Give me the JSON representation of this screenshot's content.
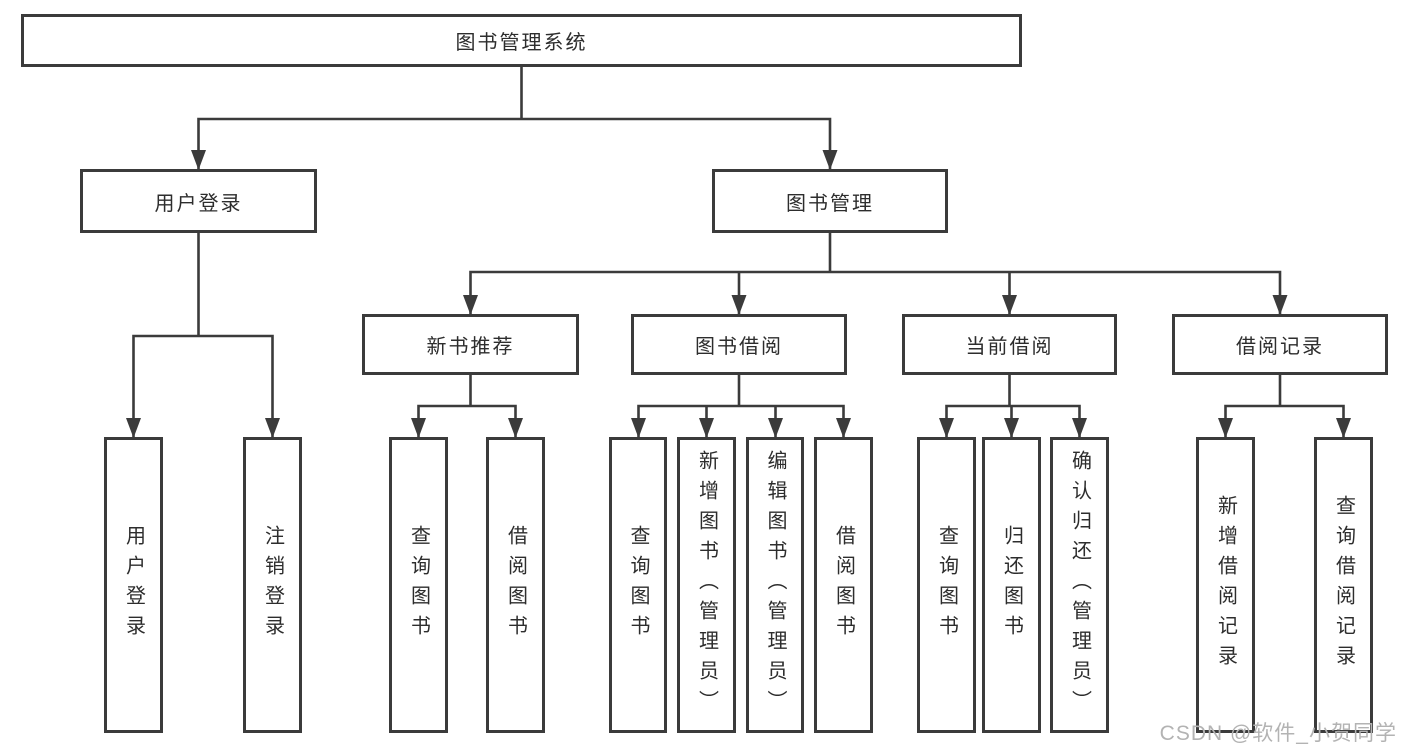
{
  "watermark": "CSDN @软件_小贺同学",
  "colors": {
    "line": "#3b3b3b",
    "text": "#2d2d2d",
    "background": "#ffffff",
    "watermark": "#b3b3b3"
  },
  "tree": {
    "label": "图书管理系统",
    "children": [
      {
        "label": "用户登录",
        "children": [
          {
            "label": "用户登录"
          },
          {
            "label": "注销登录"
          }
        ]
      },
      {
        "label": "图书管理",
        "children": [
          {
            "label": "新书推荐",
            "children": [
              {
                "label": "查询图书"
              },
              {
                "label": "借阅图书"
              }
            ]
          },
          {
            "label": "图书借阅",
            "children": [
              {
                "label": "查询图书"
              },
              {
                "label": "新增图书（管理员）"
              },
              {
                "label": "编辑图书（管理员）"
              },
              {
                "label": "借阅图书"
              }
            ]
          },
          {
            "label": "当前借阅",
            "children": [
              {
                "label": "查询图书"
              },
              {
                "label": "归还图书"
              },
              {
                "label": "确认归还（管理员）"
              }
            ]
          },
          {
            "label": "借阅记录",
            "children": [
              {
                "label": "新增借阅记录"
              },
              {
                "label": "查询借阅记录"
              }
            ]
          }
        ]
      }
    ]
  }
}
